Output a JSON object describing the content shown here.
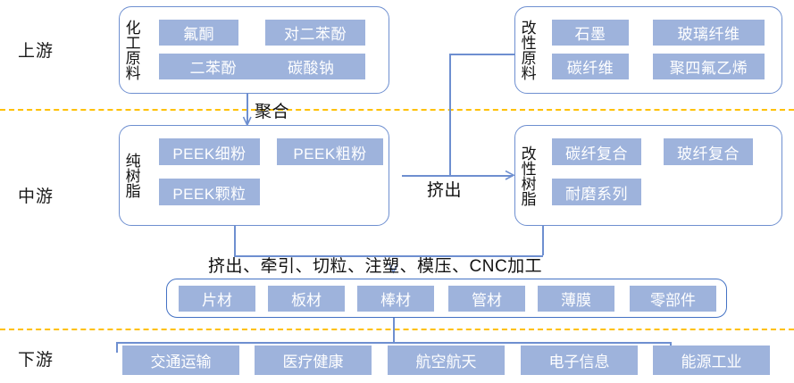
{
  "stages": [
    {
      "id": "upstream",
      "label": "上游"
    },
    {
      "id": "midstream",
      "label": "中游"
    },
    {
      "id": "downstream",
      "label": "下游"
    }
  ],
  "colors": {
    "chip_fill": "#9EB3DC",
    "chip_text": "#FFFFFF",
    "box_border": "#6E8FD0",
    "row_border": "#4472C4",
    "divider": "#FFC000",
    "text": "#111111"
  },
  "groups": {
    "chemical_raw": {
      "title": "化工原料",
      "chips": [
        "氟酮",
        "对二苯酚",
        "二苯酚",
        "碳酸钠"
      ],
      "row2_pair": [
        "二苯酚",
        "碳酸钠"
      ]
    },
    "modifier_raw": {
      "title": "改性原料",
      "chips": [
        "石墨",
        "玻璃纤维",
        "碳纤维",
        "聚四氟乙烯"
      ]
    },
    "pure_resin": {
      "title": "纯树脂",
      "chips": [
        "PEEK细粉",
        "PEEK粗粉",
        "PEEK颗粒"
      ]
    },
    "modified_resin": {
      "title": "改性树脂",
      "chips": [
        "碳纤复合",
        "玻纤复合",
        "耐磨系列"
      ]
    }
  },
  "processes": {
    "polymerization": "聚合",
    "extrusion": "挤出",
    "downstream_processing": "挤出、牵引、切粒、注塑、模压、CNC加工"
  },
  "products": {
    "items": [
      "片材",
      "板材",
      "棒材",
      "管材",
      "薄膜",
      "零部件"
    ]
  },
  "applications": {
    "items": [
      "交通运输",
      "医疗健康",
      "航空航天",
      "电子信息",
      "能源工业"
    ]
  }
}
